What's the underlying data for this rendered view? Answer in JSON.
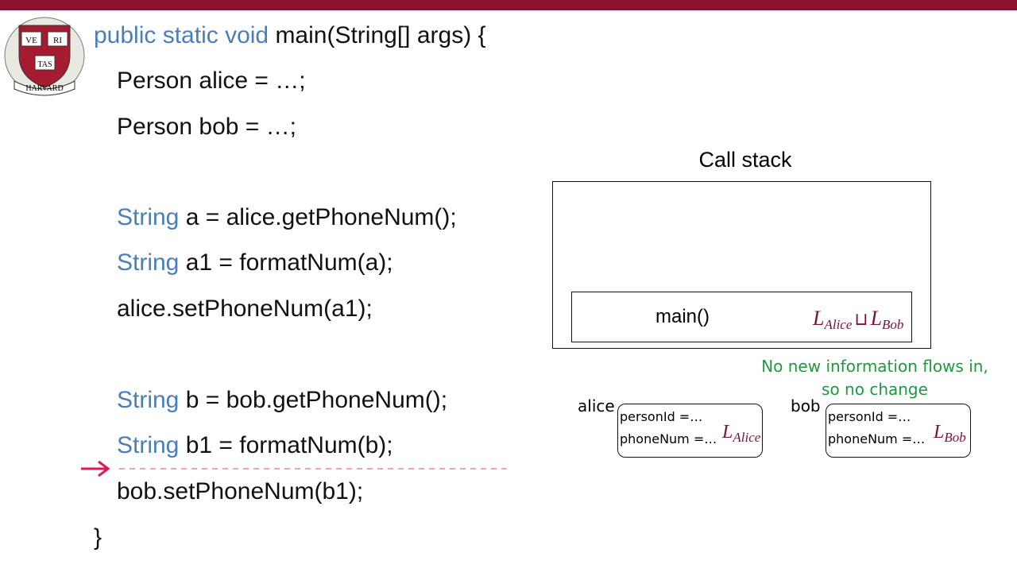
{
  "logo": {
    "text": [
      "VE",
      "RI",
      "TAS",
      "HARVARD"
    ],
    "colors": {
      "shield": "#a51c30",
      "bar": "#8c1030"
    }
  },
  "code": {
    "l0_kw": "public static void",
    "l0_rest": " main(String[] args) {",
    "l1": "Person alice = …;",
    "l2": "Person bob = …;",
    "l3_kw": "String",
    "l3_rest": " a = alice.getPhoneNum();",
    "l4_kw": "String",
    "l4_rest": " a1 = formatNum(a);",
    "l5": "alice.setPhoneNum(a1);",
    "l6_kw": "String",
    "l6_rest": " b = bob.getPhoneNum();",
    "l7_kw": "String",
    "l7_rest": " b1 = formatNum(b);",
    "l8": "bob.setPhoneNum(b1);",
    "l9": "}"
  },
  "pointer": {
    "icon": "right-arrow-icon",
    "color": "#e0185a"
  },
  "diagram": {
    "title": "Call stack",
    "frame": "main()",
    "frame_label": {
      "a": "L",
      "a_sub": "Alice",
      "join": "⊔",
      "b": "L",
      "b_sub": "Bob"
    },
    "note_line1": "No new information flows in,",
    "note_line2": "so no change",
    "objects": [
      {
        "name": "alice",
        "field1": "personId =…",
        "field2": "phoneNum =…",
        "label": "L",
        "label_sub": "Alice"
      },
      {
        "name": "bob",
        "field1": "personId =…",
        "field2": "phoneNum =…",
        "label": "L",
        "label_sub": "Bob"
      }
    ]
  }
}
